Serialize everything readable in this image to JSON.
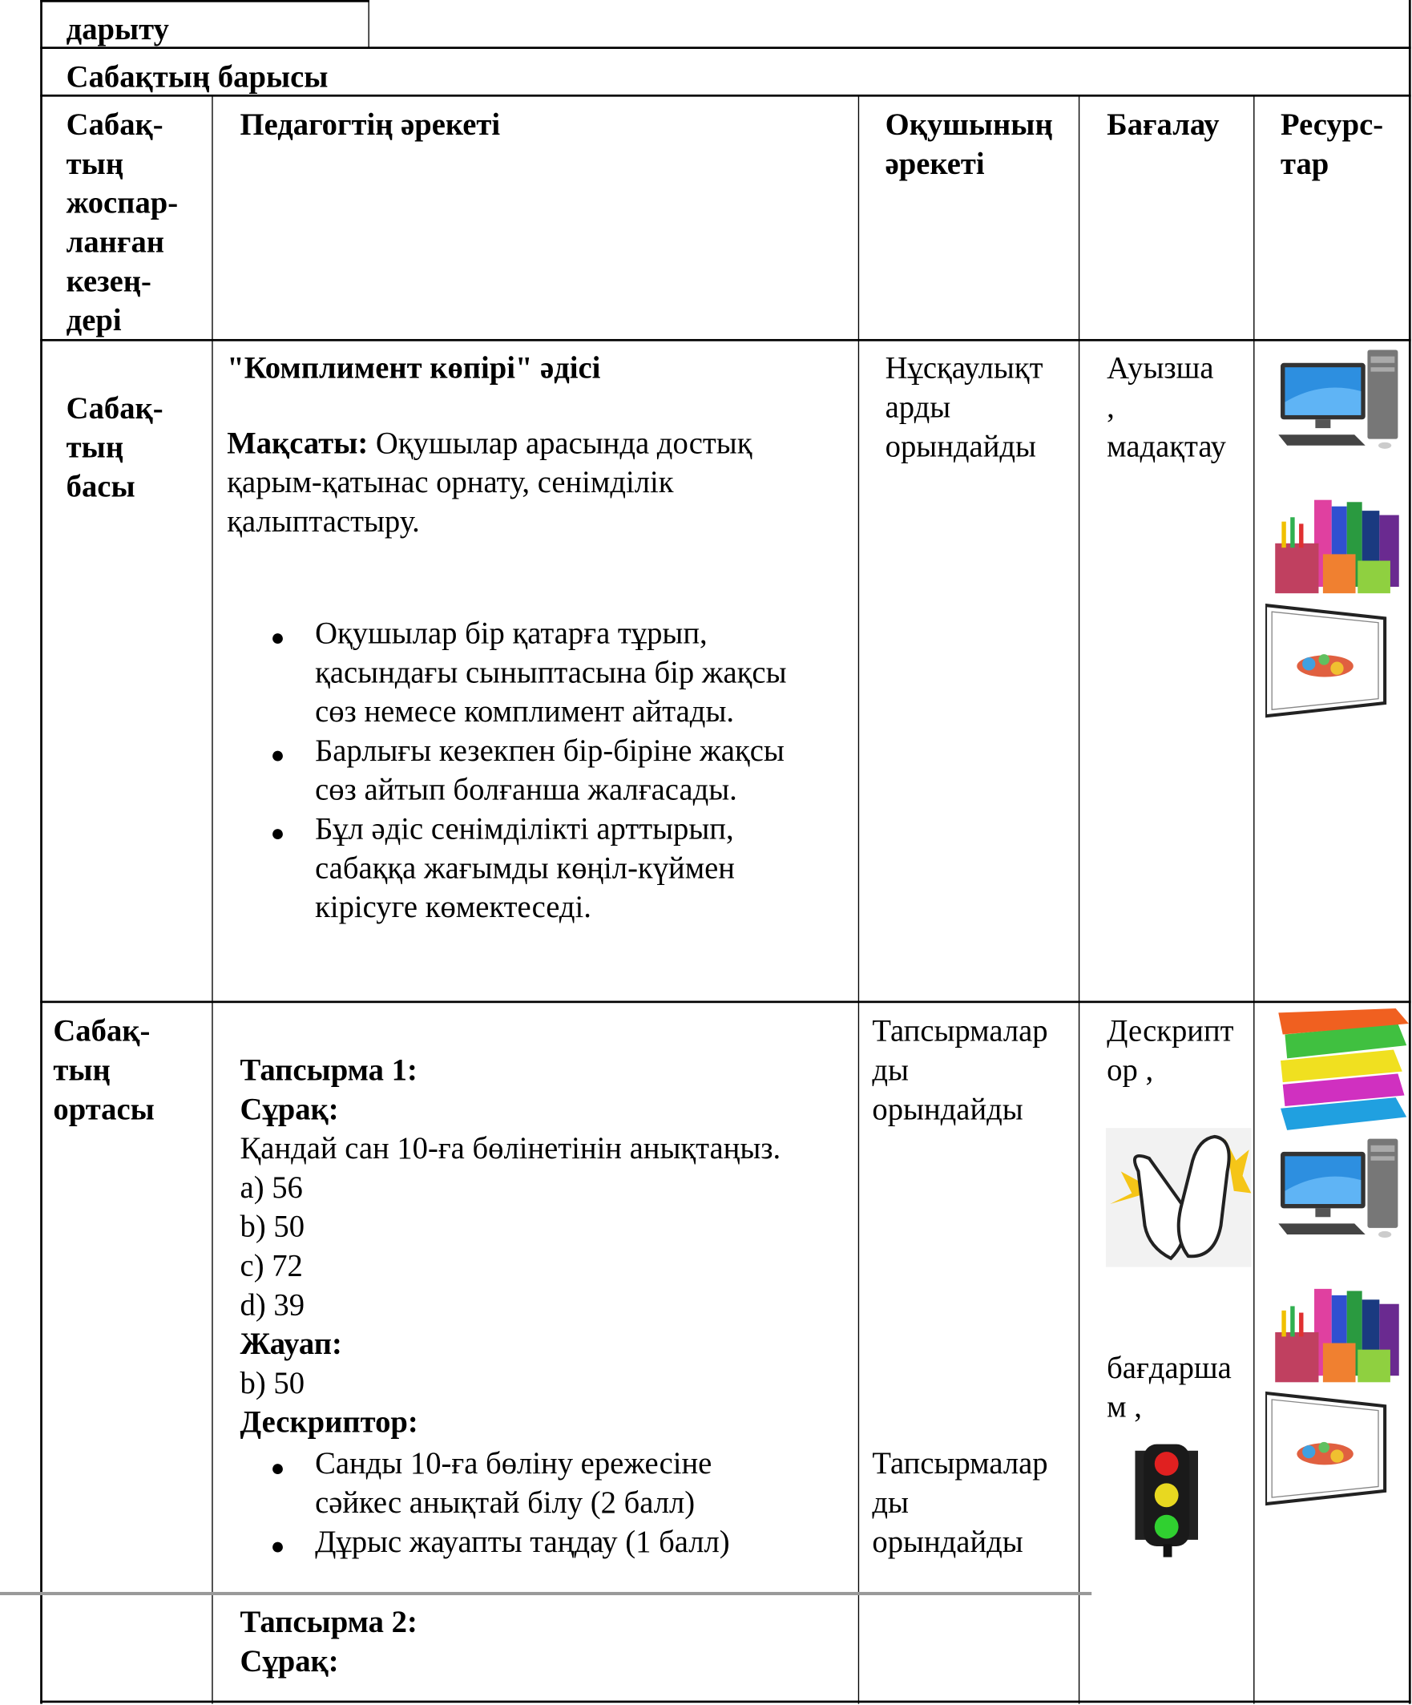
{
  "top_cell": "дарыту",
  "section_title": "Сабақтың барысы",
  "headers": {
    "stage": [
      "Сабақ-",
      "тың",
      "жоспар-",
      "ланған",
      "кезең-",
      "дері"
    ],
    "teacher": "Педагогтің әрекеті",
    "student": [
      "Оқушының",
      "әрекеті"
    ],
    "assessment": "Бағалау",
    "resources": [
      "Ресурс-",
      "тар"
    ]
  },
  "row1": {
    "stage": [
      "Сабақ-",
      "тың",
      "басы"
    ],
    "method_title": "\"Комплимент көпірі\" әдісі",
    "goal_label": "Мақсаты:",
    "goal_lines": [
      " Оқушылар арасында достық",
      "қарым-қатынас орнату, сенімділік",
      "қалыптастыру."
    ],
    "bullets": [
      [
        "Оқушылар бір қатарға тұрып,",
        "қасындағы сыныптасына бір жақсы",
        "сөз немесе комплимент айтады."
      ],
      [
        "Барлығы кезекпен бір-біріне жақсы",
        "сөз айтып болғанша жалғасады."
      ],
      [
        "Бұл әдіс сенімділікті арттырып,",
        "сабаққа жағымды көңіл-күймен",
        "кірісуге көмектеседі."
      ]
    ],
    "student": [
      "Нұсқаулықт",
      "арды",
      "орындайды"
    ],
    "assessment": [
      "Ауызша",
      ",",
      "мадақтау"
    ],
    "resource_icons": [
      "computer-icon",
      "stationery-icon",
      "whiteboard-icon"
    ]
  },
  "row2": {
    "stage": [
      "Сабақ-",
      "тың",
      "ортасы"
    ],
    "task1_title": "Тапсырма 1:",
    "question_label": "Сұрақ:",
    "question": "Қандай сан 10-ға бөлінетінін анықтаңыз.",
    "options": [
      "a) 56",
      "b) 50",
      "c) 72",
      "d) 39"
    ],
    "answer_label": "Жауап:",
    "answer": "b) 50",
    "descriptor_label": "Дескриптор:",
    "descriptor_bullets": [
      [
        "Санды 10-ға бөліну ережесіне",
        "сәйкес анықтай білу (2 балл)"
      ],
      [
        "Дұрыс жауапты таңдау (1 балл)"
      ]
    ],
    "student_a": [
      "Тапсырмалар",
      "ды",
      "орындайды"
    ],
    "student_b": [
      "Тапсырмалар",
      "ды",
      "орындайды"
    ],
    "assessment_a": [
      "Дескрипт",
      "ор  ,"
    ],
    "assessment_b": [
      "бағдарша",
      "м  ,"
    ],
    "task2_title": "Тапсырма 2:",
    "task2_question_label": "Сұрақ:",
    "resource_icons": [
      "books-icon",
      "computer-icon",
      "stationery-icon",
      "whiteboard-icon"
    ]
  }
}
